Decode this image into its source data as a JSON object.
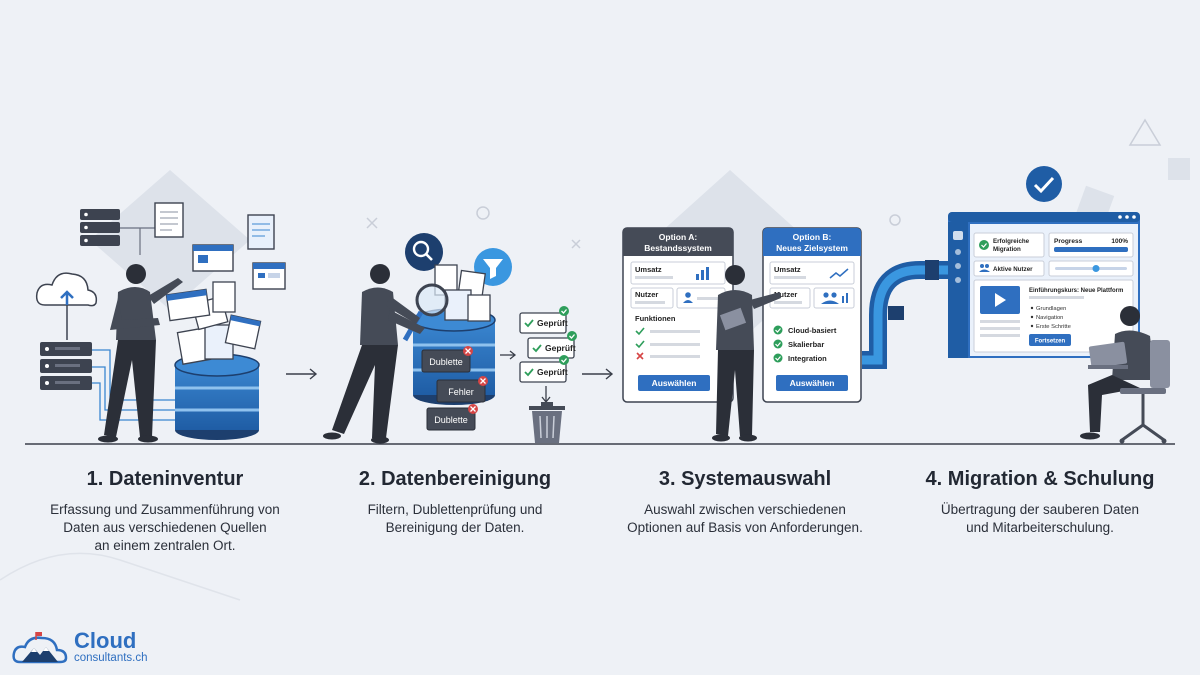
{
  "steps": [
    {
      "title": "1. Dateninventur",
      "lines": [
        "Erfassung und Zusammenführung von",
        "Daten aus verschiedenen Quellen",
        "an einem zentralen Ort."
      ]
    },
    {
      "title": "2. Datenbereinigung",
      "lines": [
        "Filtern, Dublettenprüfung und",
        "Bereinigung der Daten."
      ]
    },
    {
      "title": "3. Systemauswahl",
      "lines": [
        "Auswahl zwischen verschiedenen",
        "Optionen auf Basis von Anforderungen."
      ]
    },
    {
      "title": "4. Migration & Schulung",
      "lines": [
        "Übertragung der sauberen Daten",
        "und Mitarbeiterschulung."
      ]
    }
  ],
  "cleaning": {
    "tag_dublette_1": "Dublette",
    "tag_fehler": "Fehler",
    "tag_dublette_2": "Dublette",
    "checked_1": "Geprüft",
    "checked_2": "Geprüft",
    "checked_3": "Geprüft"
  },
  "option_a": {
    "title_1": "Option A:",
    "title_2": "Bestandssystem",
    "umsatz": "Umsatz",
    "nutzer": "Nutzer",
    "funktionen": "Funktionen",
    "button": "Auswählen"
  },
  "option_b": {
    "title_1": "Option B:",
    "title_2": "Neues Zielsystem",
    "umsatz": "Umsatz",
    "nutzer": "Nutzer",
    "feature_1": "Cloud-basiert",
    "feature_2": "Skalierbar",
    "feature_3": "Integration",
    "button": "Auswählen"
  },
  "dashboard": {
    "migration_1": "Erfolgreiche",
    "migration_2": "Migration",
    "progress_label": "Progress",
    "progress_value": "100%",
    "progress_fraction": 1.0,
    "active_users": "Aktive Nutzer",
    "course_title": "Einführungskurs: Neue Plattform",
    "course_items": [
      "Grundlagen",
      "Navigation",
      "Erste Schritte"
    ],
    "course_button": "Fortsetzen"
  },
  "logo": {
    "name": "Cloud",
    "sub": "consultants.ch"
  },
  "colors": {
    "accent": "#2f6fc0",
    "dark": "#2b2f38",
    "navy": "#1d3f6e",
    "check": "#2e9e5b",
    "error": "#d64545"
  }
}
